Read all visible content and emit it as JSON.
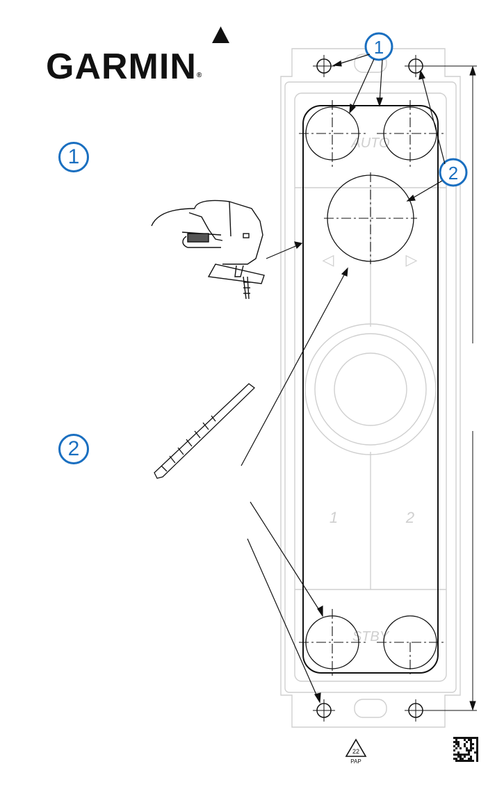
{
  "brand": {
    "name": "GARMIN",
    "registered_mark": "®"
  },
  "steps": [
    {
      "number": "1",
      "tool": "jigsaw-icon"
    },
    {
      "number": "2",
      "tool": "drill-bit-icon"
    }
  ],
  "template": {
    "button_labels": {
      "auto": "AUTO",
      "one": "1",
      "two": "2",
      "standby": "STBY"
    },
    "arrow_glyphs": {
      "left": "◁",
      "right": "▷"
    }
  },
  "footer": {
    "recycle_code": "22",
    "recycle_material": "PAP"
  },
  "colors": {
    "accent": "#1a6fc0",
    "line": "#111111",
    "ghost": "#cfcfcf"
  }
}
